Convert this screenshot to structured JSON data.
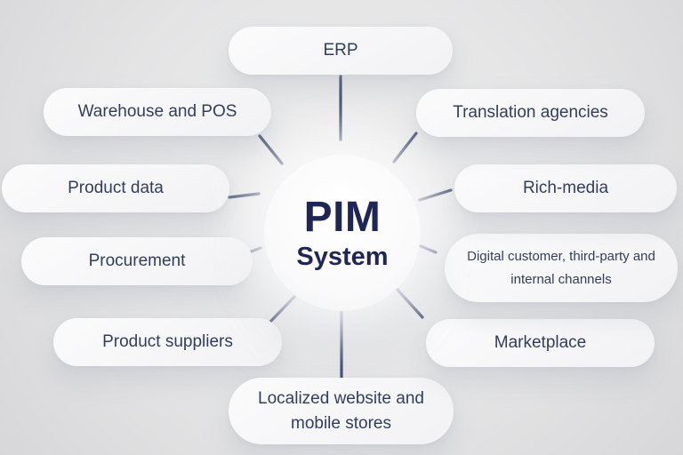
{
  "diagram": {
    "title": "PIM System connections diagram",
    "center": {
      "title": "PIM",
      "subtitle": "System"
    },
    "nodes": [
      {
        "id": "erp",
        "label": "ERP"
      },
      {
        "id": "warehouse-and-pos",
        "label": "Warehouse and POS"
      },
      {
        "id": "product-data",
        "label": "Product data"
      },
      {
        "id": "procurement",
        "label": "Procurement"
      },
      {
        "id": "product-suppliers",
        "label": "Product suppliers"
      },
      {
        "id": "localized-website",
        "label": "Localized website and mobile stores"
      },
      {
        "id": "marketplace",
        "label": "Marketplace"
      },
      {
        "id": "digital-channels",
        "label": "Digital customer, third-party and internal channels"
      },
      {
        "id": "rich-media",
        "label": "Rich-media"
      },
      {
        "id": "translation-agencies",
        "label": "Translation agencies"
      }
    ],
    "colors": {
      "background": "#e4e4e5",
      "pill": "#f7f7f9",
      "line": "#414e70",
      "node_text": "#303e5f",
      "center_text": "#1d2656"
    }
  }
}
